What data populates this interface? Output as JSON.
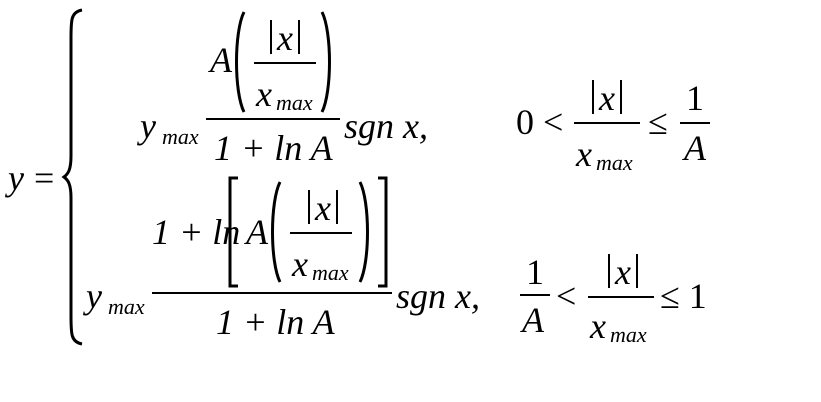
{
  "formula": {
    "lhs": "y",
    "equals": "=",
    "case1": {
      "coef": "y",
      "coef_sub": "max",
      "num_A": "A",
      "num_inner_num": "x",
      "num_inner_den": "x",
      "num_inner_den_sub": "max",
      "den": "1 + ln A",
      "sgn": "sgn x,",
      "cond_left": "0 <",
      "cond_frac_num": "x",
      "cond_frac_den": "x",
      "cond_frac_den_sub": "max",
      "cond_rel": "≤",
      "cond_right_num": "1",
      "cond_right_den": "A"
    },
    "case2": {
      "coef": "y",
      "coef_sub": "max",
      "num_prefix": "1 + ln",
      "num_A": "A",
      "num_inner_num": "x",
      "num_inner_den": "x",
      "num_inner_den_sub": "max",
      "den": "1 + ln A",
      "sgn": "sgn x,",
      "cond_left_num": "1",
      "cond_left_den": "A",
      "cond_rel1": "<",
      "cond_frac_num": "x",
      "cond_frac_den": "x",
      "cond_frac_den_sub": "max",
      "cond_rel2": "≤ 1"
    }
  }
}
